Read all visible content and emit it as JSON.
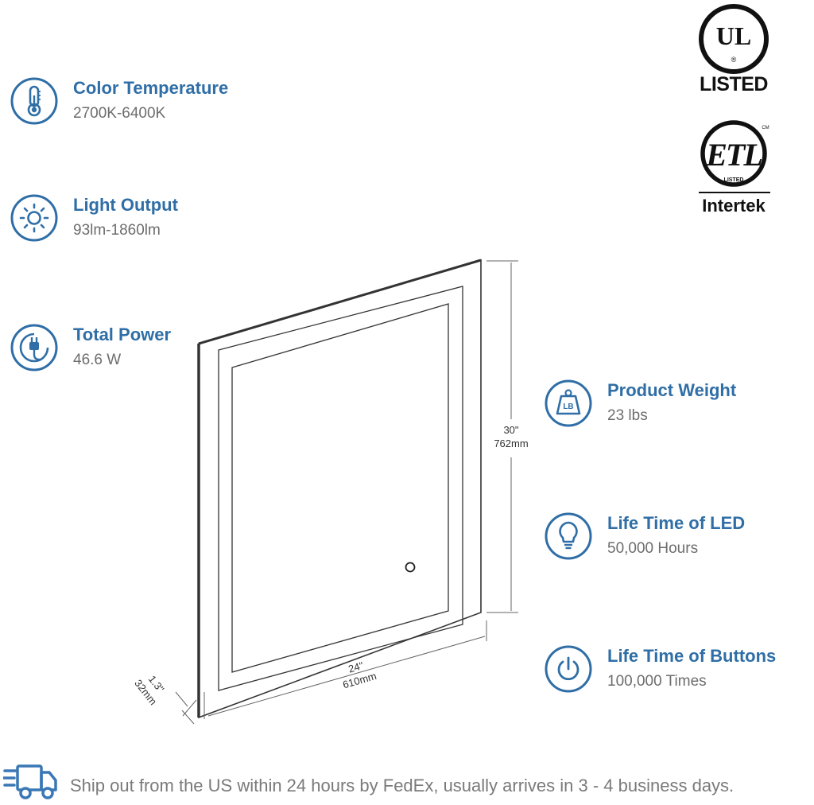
{
  "features_left": [
    {
      "title": "Color Temperature",
      "value": "2700K-6400K",
      "icon": "thermometer-icon"
    },
    {
      "title": "Light Output",
      "value": "93lm-1860lm",
      "icon": "sun-icon"
    },
    {
      "title": "Total Power",
      "value": "46.6 W",
      "icon": "plug-icon"
    }
  ],
  "features_right": [
    {
      "title": "Product Weight",
      "value": "23 lbs",
      "icon": "weight-icon",
      "icon_text": "LB"
    },
    {
      "title": "Life Time of LED",
      "value": "50,000 Hours",
      "icon": "lightbulb-icon"
    },
    {
      "title": "Life Time of Buttons",
      "value": "100,000 Times",
      "icon": "power-icon"
    }
  ],
  "certifications": {
    "ul": {
      "mark": "UL",
      "registered": "®",
      "label": "LISTED",
      "icon": "ul-logo"
    },
    "etl": {
      "mark": "ETL",
      "sub": "LISTED",
      "cm": "CM",
      "label": "Intertek",
      "icon": "etl-logo"
    }
  },
  "dimensions": {
    "height": {
      "inches": "30\"",
      "mm": "762mm"
    },
    "width": {
      "inches": "24\"",
      "mm": "610mm"
    },
    "depth": {
      "inches": "1.3\"",
      "mm": "32mm"
    }
  },
  "shipping": {
    "text": "Ship out from the US within 24 hours by FedEx, usually arrives in 3 - 4 business days.",
    "icon": "delivery-truck-icon"
  },
  "colors": {
    "accent": "#2f6ea6",
    "value_text": "#6d6d6d",
    "ship_icon": "#3a78b5"
  }
}
